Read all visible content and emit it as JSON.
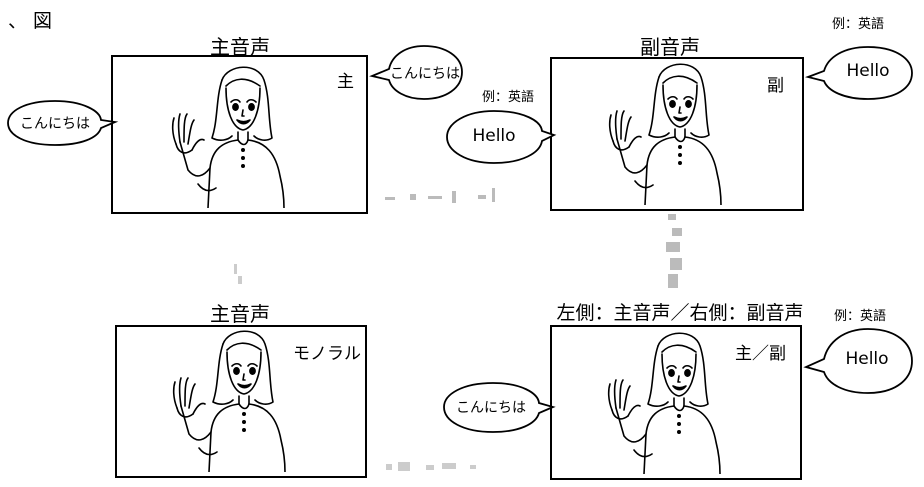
{
  "figure_label": "、 図",
  "panels": [
    {
      "title": "主音声",
      "channel_label": "主",
      "bubble_left": "こんにちは",
      "bubble_right": "こんにちは"
    },
    {
      "title": "副音声",
      "channel_label": "副",
      "lang_note_top": "例：英語",
      "lang_note_left": "例：英語",
      "bubble_left": "Hello",
      "bubble_right": "Hello"
    },
    {
      "title": "主音声",
      "channel_label": "モノラル"
    },
    {
      "title": "左側：主音声／右側：副音声",
      "channel_label": "主／副",
      "lang_note": "例：英語",
      "bubble_left": "こんにちは",
      "bubble_right": "Hello"
    }
  ],
  "colors": {
    "line": "#000000",
    "background": "#ffffff"
  },
  "icons": [
    "woman-waving-illustration",
    "speech-bubble",
    "scan-smudge"
  ]
}
